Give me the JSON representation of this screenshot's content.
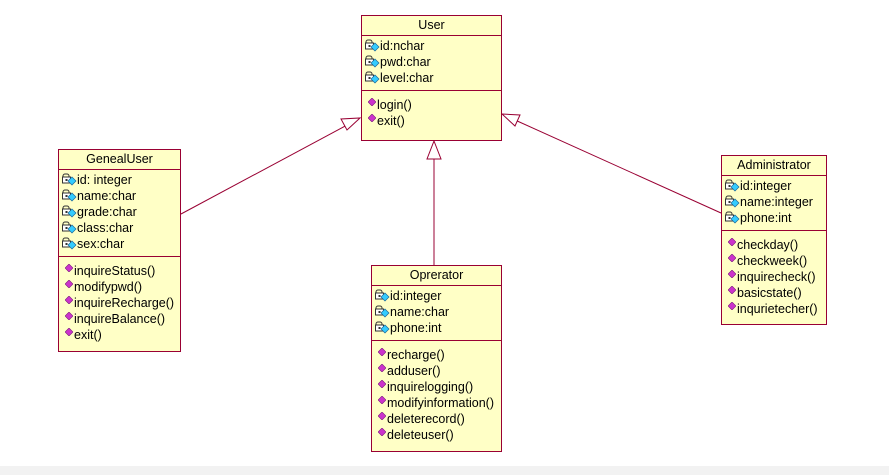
{
  "classes": {
    "user": {
      "name": "User",
      "attributes": [
        "id:nchar",
        "pwd:char",
        "level:char"
      ],
      "operations": [
        "login()",
        "exit()"
      ]
    },
    "geneal_user": {
      "name": "GenealUser",
      "attributes": [
        "id: integer",
        "name:char",
        "grade:char",
        "class:char",
        "sex:char"
      ],
      "operations": [
        "inquireStatus()",
        "modifypwd()",
        "inquireRecharge()",
        "inquireBalance()",
        "exit()"
      ]
    },
    "operator": {
      "name": "Oprerator",
      "attributes": [
        "id:integer",
        "name:char",
        "phone:int"
      ],
      "operations": [
        "recharge()",
        "adduser()",
        "inquirelogging()",
        "modifyinformation()",
        "deleterecord()",
        "deleteuser()"
      ]
    },
    "administrator": {
      "name": "Administrator",
      "attributes": [
        "id:integer",
        "name:integer",
        "phone:int"
      ],
      "operations": [
        "checkday()",
        "checkweek()",
        "inquirecheck()",
        "basicstate()",
        "inqurietecher()"
      ]
    }
  },
  "relationships": [
    {
      "type": "generalization",
      "from": "GenealUser",
      "to": "User"
    },
    {
      "type": "generalization",
      "from": "Oprerator",
      "to": "User"
    },
    {
      "type": "generalization",
      "from": "Administrator",
      "to": "User"
    }
  ],
  "colors": {
    "class_fill": "#ffffc6",
    "class_border": "#990033",
    "connector": "#990033",
    "attribute_icon": "#33ccff",
    "operation_icon": "#cc33cc"
  },
  "icons": {
    "attribute": "private-attribute-icon",
    "operation": "public-operation-icon"
  }
}
